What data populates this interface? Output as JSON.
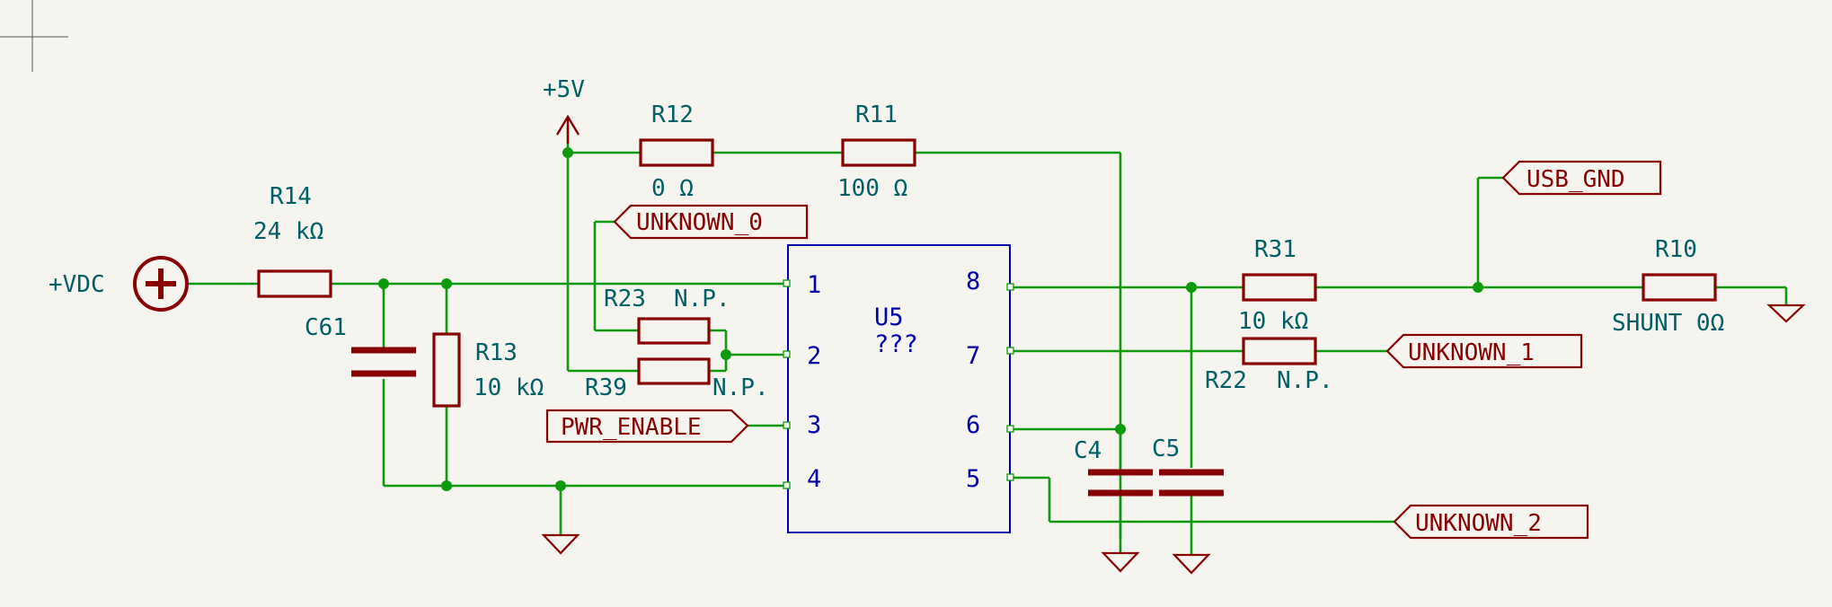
{
  "power": {
    "vdc": "+VDC",
    "v5": "+5V"
  },
  "resistors": {
    "r14": {
      "ref": "R14",
      "value": "24 kΩ"
    },
    "r13": {
      "ref": "R13",
      "value": "10 kΩ"
    },
    "r12": {
      "ref": "R12",
      "value": "0 Ω"
    },
    "r11": {
      "ref": "R11",
      "value": "100 Ω"
    },
    "r23": {
      "ref": "R23",
      "value": "N.P."
    },
    "r39": {
      "ref": "R39",
      "value": "N.P."
    },
    "r31": {
      "ref": "R31",
      "value": "10 kΩ"
    },
    "r22": {
      "ref": "R22",
      "value": "N.P."
    },
    "r10": {
      "ref": "R10",
      "value": "SHUNT 0Ω"
    }
  },
  "capacitors": {
    "c61": "C61",
    "c4": "C4",
    "c5": "C5"
  },
  "ic": {
    "ref": "U5",
    "value": "???",
    "pins": [
      "1",
      "2",
      "3",
      "4",
      "5",
      "6",
      "7",
      "8"
    ]
  },
  "labels": {
    "unknown0": "UNKNOWN_0",
    "pwr_enable": "PWR_ENABLE",
    "usb_gnd": "USB_GND",
    "unknown1": "UNKNOWN_1",
    "unknown2": "UNKNOWN_2"
  }
}
